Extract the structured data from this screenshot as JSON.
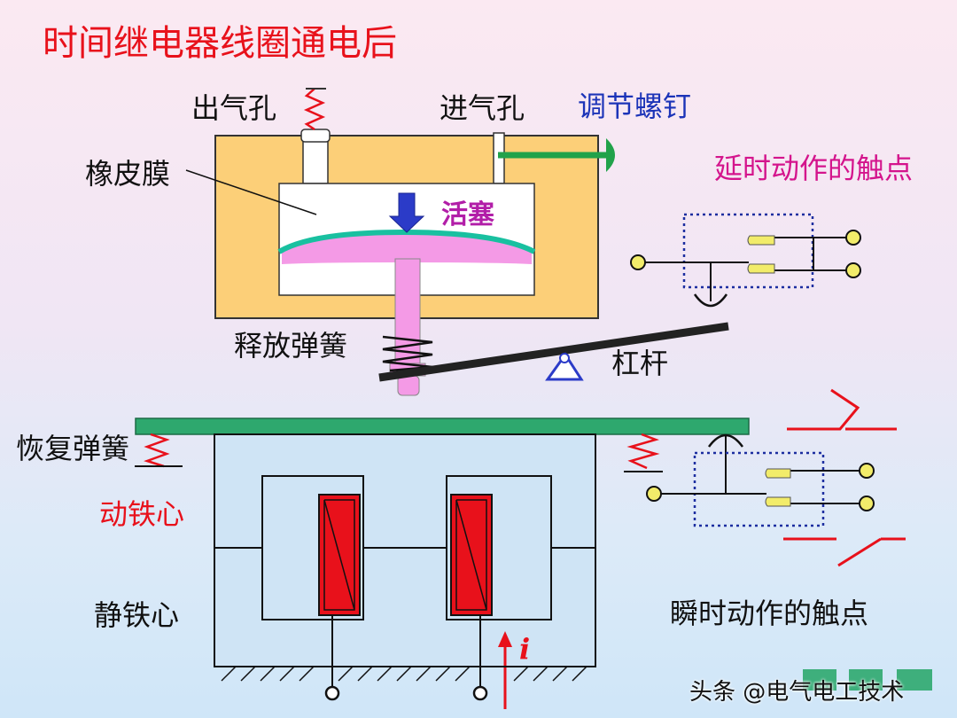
{
  "title": "时间继电器线圈通电后",
  "labels": {
    "air_outlet": "出气孔",
    "air_inlet": "进气孔",
    "adjust_screw": "调节螺钉",
    "rubber_membrane": "橡皮膜",
    "piston": "活塞",
    "delay_contacts": "延时动作的触点",
    "release_spring": "释放弹簧",
    "lever": "杠杆",
    "return_spring": "恢复弹簧",
    "moving_core": "动铁心",
    "static_core": "静铁心",
    "instant_contacts": "瞬时动作的触点",
    "current": "i"
  },
  "watermark": "头条 @电气电工技术",
  "colors": {
    "title": "#e8111b",
    "air_chamber": "#fccf78",
    "membrane": "#19c0a0",
    "piston_pink": "#f49ae6",
    "arrow_blue": "#2b3bc8",
    "screw_green": "#21a24a",
    "armature_bar": "#2ea86e",
    "coil_red": "#e8111b",
    "contact_yellow": "#f2ec6a",
    "dotted_box": "#1c2ea0"
  }
}
